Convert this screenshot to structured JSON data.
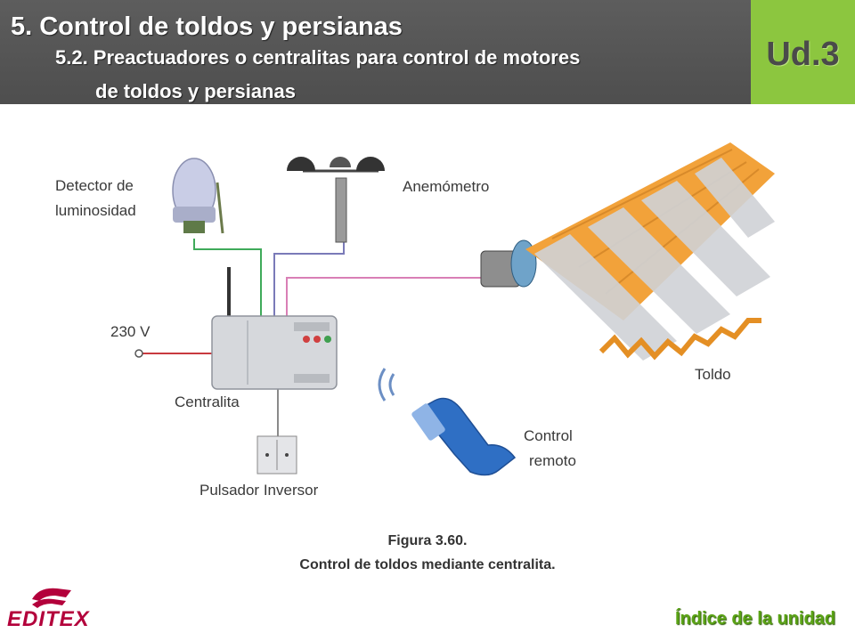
{
  "header": {
    "title": "5. Control de toldos y persianas",
    "subtitle_line1": "5.2. Preactuadores o centralitas para control de motores",
    "subtitle_line2": "de toldos y persianas",
    "unit_label": "Ud.3"
  },
  "diagram": {
    "labels": {
      "light_detector_line1": "Detector de",
      "light_detector_line2": "luminosidad",
      "anemometer": "Anemómetro",
      "voltage": "230 V",
      "control_unit": "Centralita",
      "reverse_switch": "Pulsador Inversor",
      "remote_line1": "Control",
      "remote_line2": "remoto",
      "awning": "Toldo"
    },
    "colors": {
      "wire_green": "#3faa5a",
      "wire_red": "#c8393f",
      "wire_purple": "#7a7ab8",
      "wire_pink": "#d97fb6",
      "awning_orange": "#f2a23a",
      "awning_grey": "#cfd1d6",
      "remote_blue": "#2f6fc4"
    }
  },
  "caption": {
    "figure_number": "Figura 3.60.",
    "text": "Control de toldos mediante centralita."
  },
  "footer": {
    "logo_text": "EDITEX",
    "index_link": "Índice de la unidad"
  }
}
